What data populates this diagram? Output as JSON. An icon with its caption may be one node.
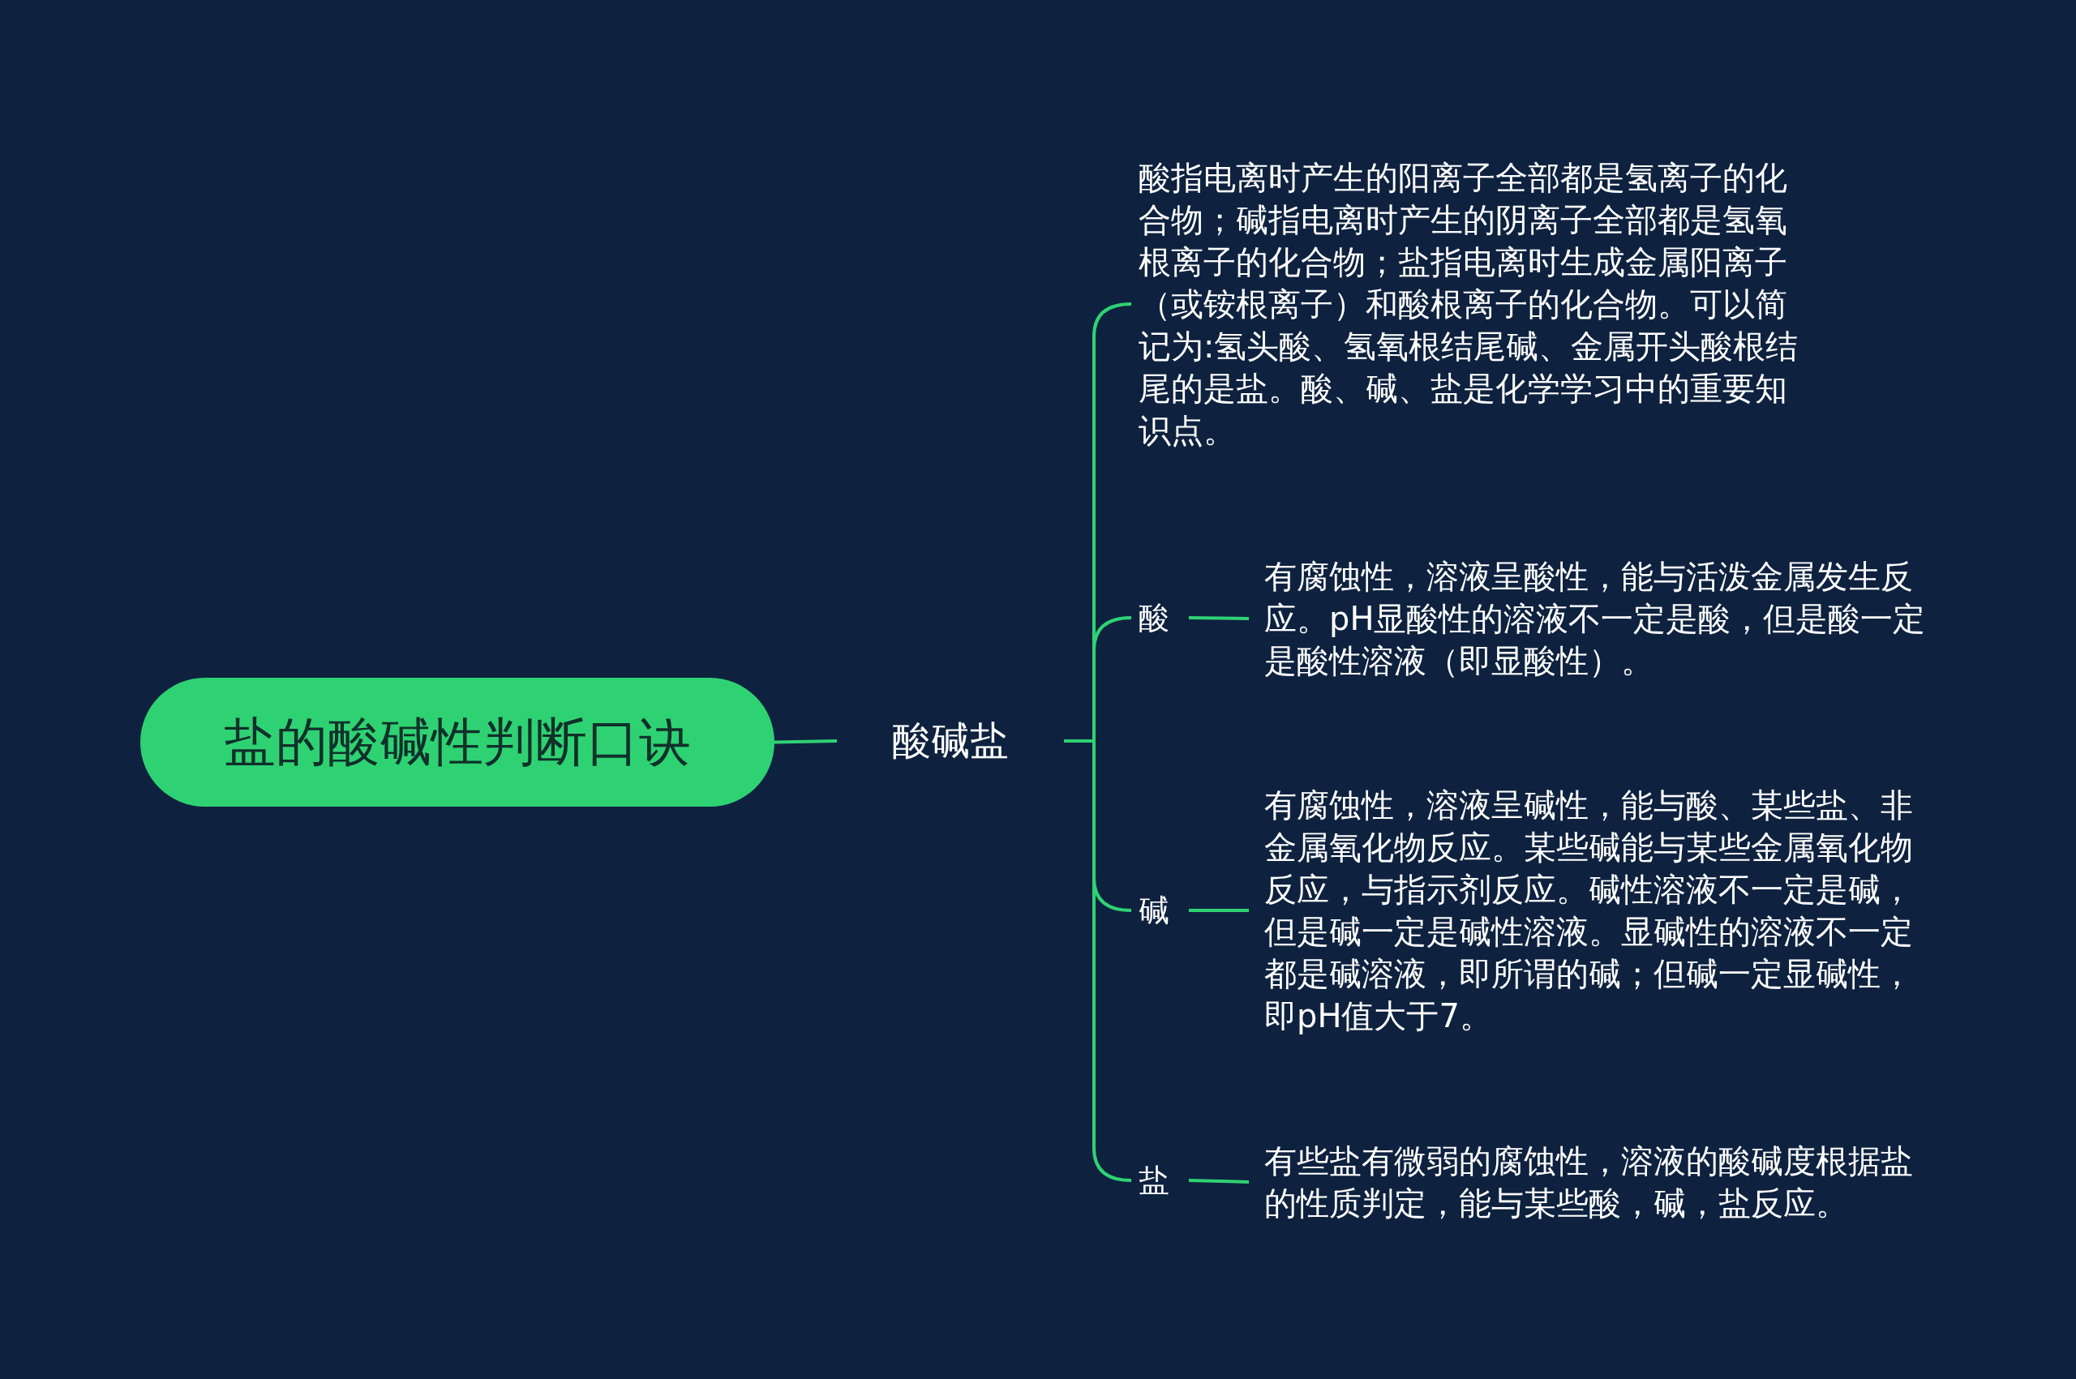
{
  "diagram": {
    "nodes": [
      {
        "text": [
          "盐的酸碱性判断口诀"
        ]
      },
      {
        "text": [
          "酸碱盐"
        ]
      },
      {
        "text": [
          "酸指电离时产生的阳离子全部都是氢离子的化合物；碱指电离时产生的阴离子全部都是氢氧根离子的化合物；盐指电离时生成金属阳离子（或铵根离子）和酸根离子的化合物。可以简记为:氢头酸、氢氧根结尾碱、金属开头酸根结尾的是盐。酸、碱、盐是化学学习中的重要知识点。"
        ]
      },
      {
        "text": [
          "酸"
        ]
      },
      {
        "text": [
          "有腐蚀性，溶液呈酸性，能与活泼金属发生反应。pH显酸性的溶液不一定是酸，但是酸一定是酸性溶液（即显酸性）。"
        ]
      },
      {
        "text": [
          "碱"
        ]
      },
      {
        "text": [
          "有腐蚀性，溶液呈碱性，能与酸、某些盐、非金属氧化物反应。某些碱能与某些金属氧化物反应，与指示剂反应。碱性溶液不一定是碱，但是碱一定是碱性溶液。显碱性的溶液不一定都是碱溶液，即所谓的碱；但碱一定显碱性，即pH值大于7。"
        ]
      },
      {
        "text": [
          "盐"
        ]
      },
      {
        "text": [
          "有些盐有微弱的腐蚀性，溶液的酸碱度根据盐的性质判定，能与某些酸，碱，盐反应。"
        ]
      }
    ],
    "edges": [
      {
        "from": 0,
        "to": 1,
        "arrow": "none"
      },
      {
        "from": 1,
        "to": 2,
        "arrow": "none"
      },
      {
        "from": 1,
        "to": 3,
        "arrow": "none"
      },
      {
        "from": 1,
        "to": 5,
        "arrow": "none"
      },
      {
        "from": 1,
        "to": 7,
        "arrow": "none"
      },
      {
        "from": 3,
        "to": 4,
        "arrow": "none"
      },
      {
        "from": 5,
        "to": 6,
        "arrow": "none"
      },
      {
        "from": 7,
        "to": 8,
        "arrow": "none"
      }
    ]
  }
}
